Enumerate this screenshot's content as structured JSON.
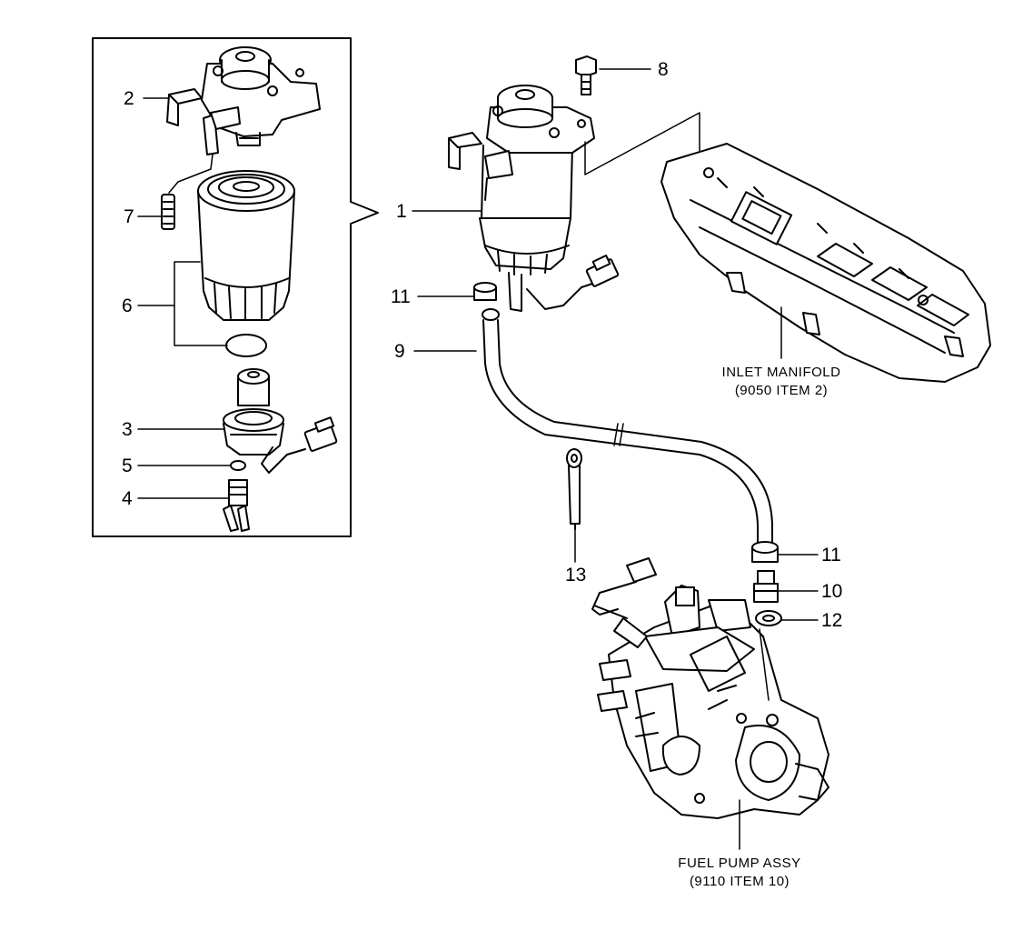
{
  "callouts": [
    {
      "id": "1",
      "text": "1"
    },
    {
      "id": "2",
      "text": "2"
    },
    {
      "id": "3",
      "text": "3"
    },
    {
      "id": "4",
      "text": "4"
    },
    {
      "id": "5",
      "text": "5"
    },
    {
      "id": "6",
      "text": "6"
    },
    {
      "id": "7",
      "text": "7"
    },
    {
      "id": "8",
      "text": "8"
    },
    {
      "id": "9",
      "text": "9"
    },
    {
      "id": "10",
      "text": "10"
    },
    {
      "id": "11a",
      "text": "11"
    },
    {
      "id": "11b",
      "text": "11"
    },
    {
      "id": "12",
      "text": "12"
    },
    {
      "id": "13",
      "text": "13"
    }
  ],
  "captions": {
    "inlet_manifold": {
      "line1": "INLET MANIFOLD",
      "line2": "(9050 ITEM 2)"
    },
    "fuel_pump": {
      "line1": "FUEL PUMP ASSY",
      "line2": "(9110 ITEM 10)"
    }
  },
  "colors": {
    "ink": "#000000",
    "paper": "#ffffff"
  }
}
